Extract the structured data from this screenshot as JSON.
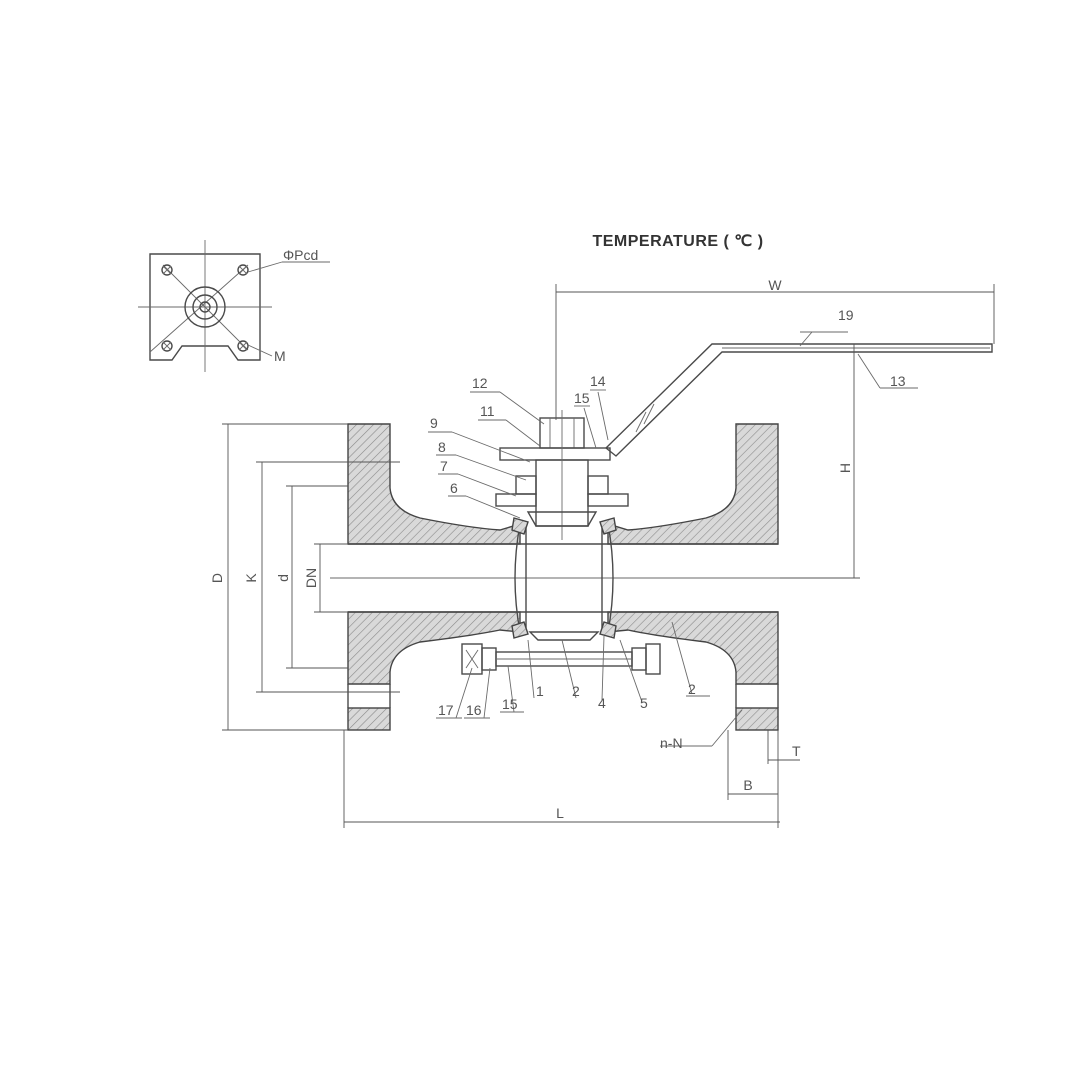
{
  "title": "TEMPERATURE ( ℃ )",
  "top_view": {
    "pcd_label": "ΦPcd",
    "m_label": "M"
  },
  "dimensions": {
    "W": "W",
    "H": "H",
    "D": "D",
    "K": "K",
    "d": "d",
    "DN": "DN",
    "L": "L",
    "B": "B",
    "T": "T",
    "nN": "n-N"
  },
  "parts": {
    "p1": "1",
    "p2a": "2",
    "p2b": "2",
    "p4": "4",
    "p5": "5",
    "p6": "6",
    "p7": "7",
    "p8": "8",
    "p9": "9",
    "p11": "11",
    "p12": "12",
    "p13": "13",
    "p14": "14",
    "p15": "15",
    "p15b": "15",
    "p16": "16",
    "p17": "17",
    "p19": "19"
  }
}
